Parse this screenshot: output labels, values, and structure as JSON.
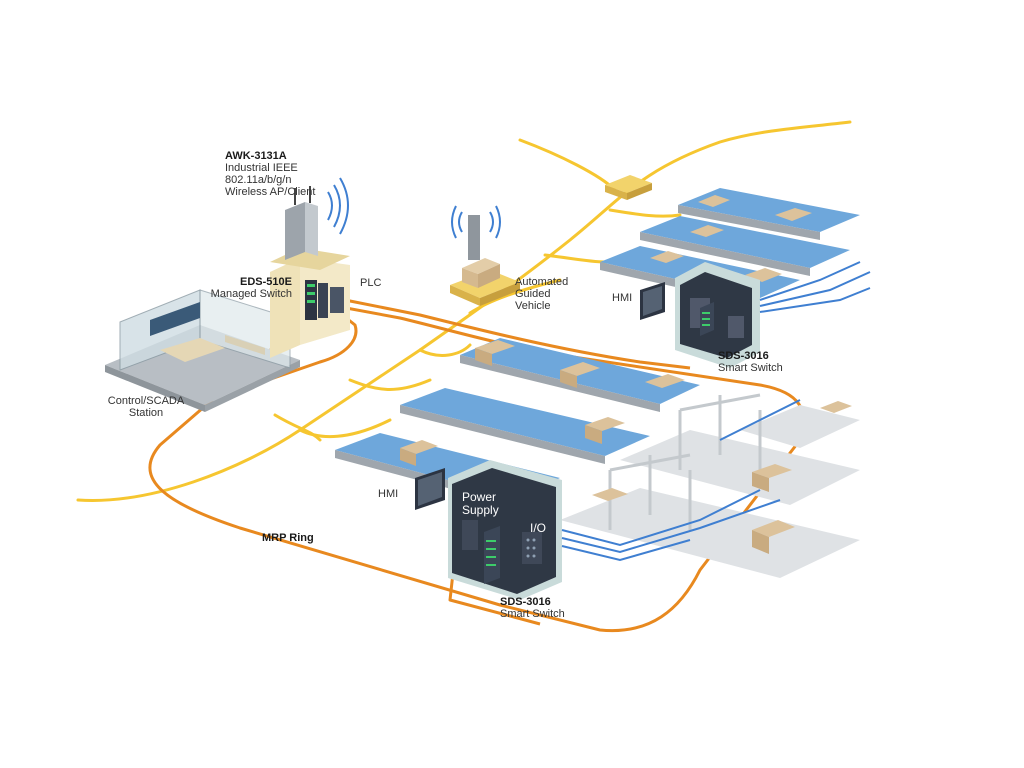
{
  "labels": {
    "awk": {
      "model": "AWK-3131A",
      "line1": "Industrial IEEE",
      "line2": "802.11a/b/g/n",
      "line3": "Wireless AP/Client"
    },
    "eds": {
      "model": "EDS-510E",
      "desc": "Managed Switch"
    },
    "plc": "PLC",
    "agv": {
      "line1": "Automated",
      "line2": "Guided",
      "line3": "Vehicle"
    },
    "hmi_top": "HMI",
    "hmi_bottom": "HMI",
    "sds_top": {
      "model": "SDS-3016",
      "desc": "Smart Switch"
    },
    "sds_bottom": {
      "model": "SDS-3016",
      "desc": "Smart Switch"
    },
    "power_supply": {
      "line1": "Power",
      "line2": "Supply"
    },
    "io": "I/O",
    "control": {
      "line1": "Control/SCADA",
      "line2": "Station"
    },
    "ring": "MRP Ring"
  },
  "colors": {
    "ring_orange": "#e8891f",
    "wireless_yellow": "#f6c630",
    "conveyor_blue": "#6ea7db",
    "signal_blue": "#3f7fd1",
    "cabinet_teal": "#c9dbda",
    "box_tan": "#dcc29b",
    "switch_dark": "#2c3442"
  }
}
